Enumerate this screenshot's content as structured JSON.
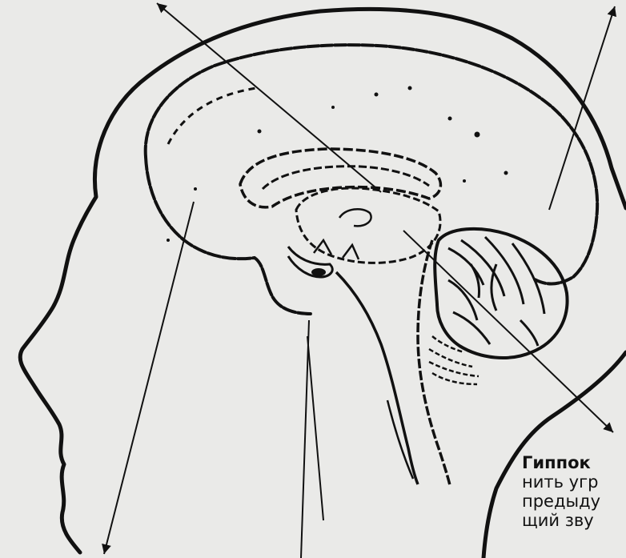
{
  "caption": {
    "title": "Гиппок",
    "line1": "нить угр",
    "line2": "предыду",
    "line3": "щий зву"
  },
  "colors": {
    "paper": "#eaeae8",
    "ink": "#111111"
  }
}
